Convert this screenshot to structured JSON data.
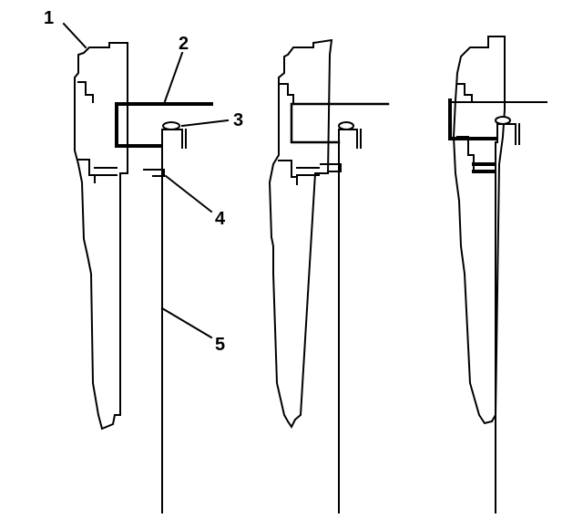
{
  "callouts": [
    {
      "label": "1"
    },
    {
      "label": "2"
    },
    {
      "label": "3"
    },
    {
      "label": "4"
    },
    {
      "label": "5"
    }
  ],
  "colors": {
    "line": "#000000",
    "background": "#ffffff"
  }
}
